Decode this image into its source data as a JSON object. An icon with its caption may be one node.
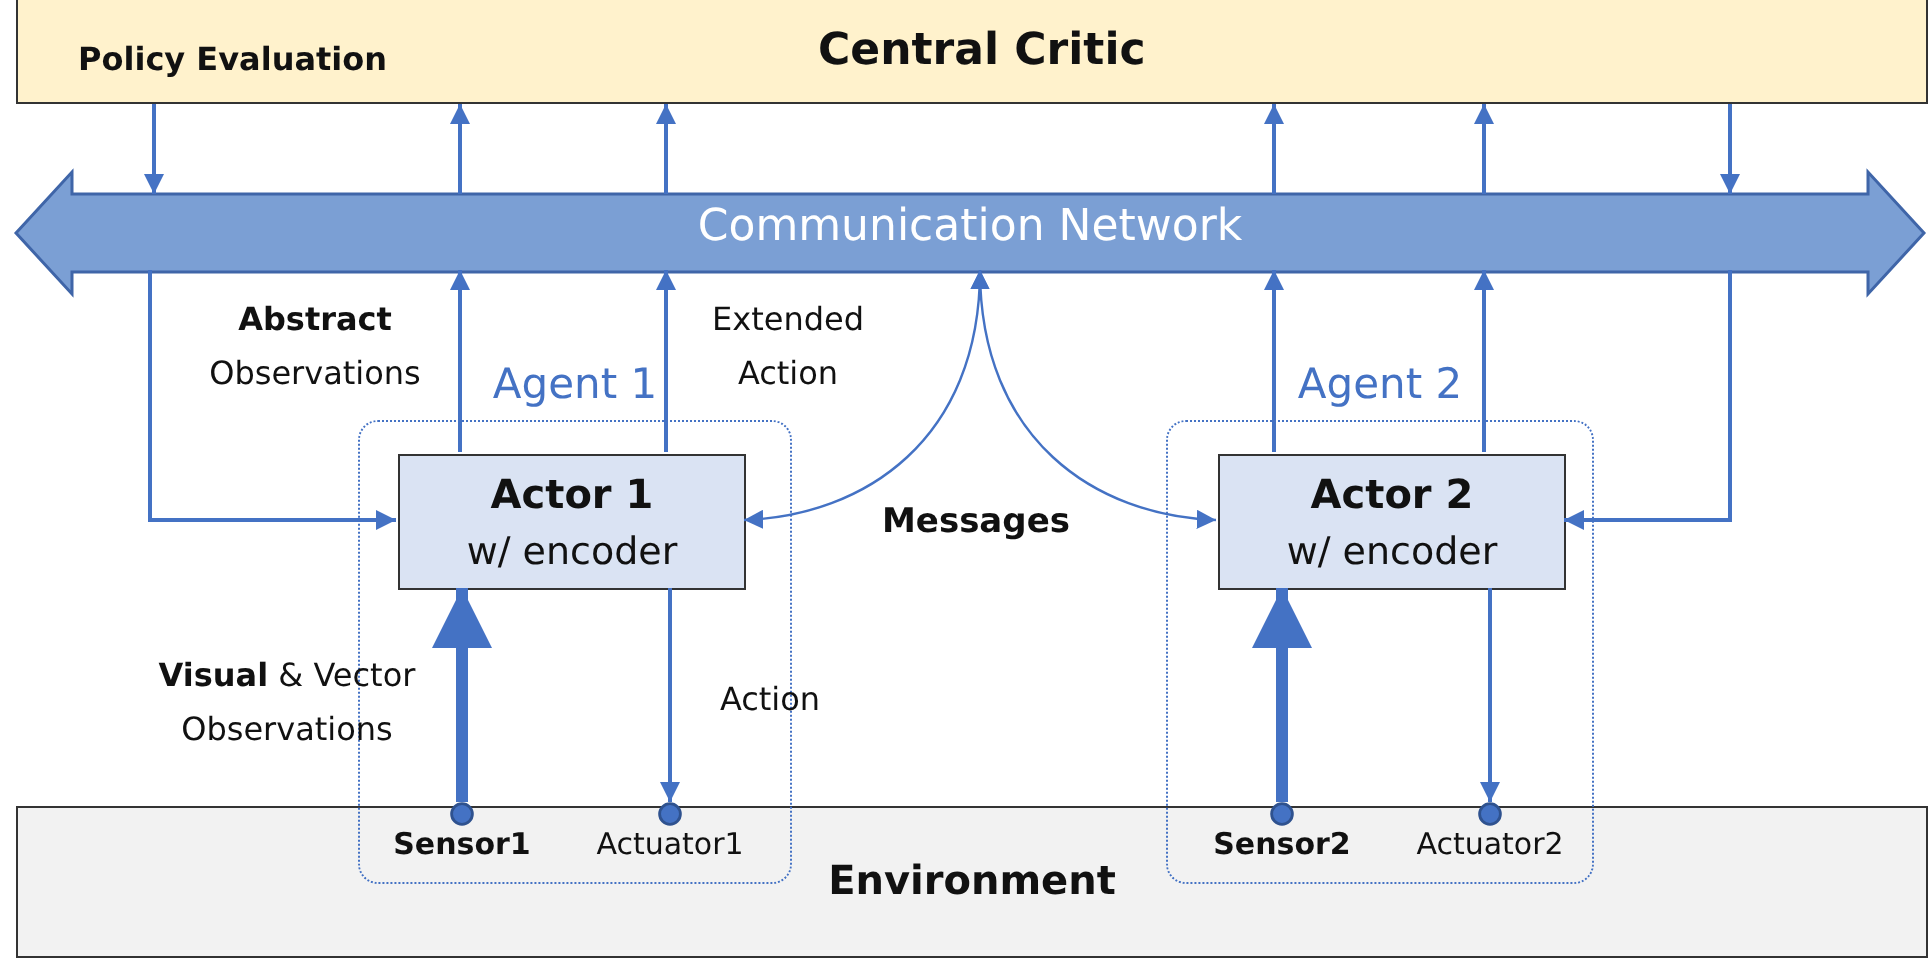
{
  "diagram": {
    "nodes": [
      {
        "text": [
          "Policy Evaluation",
          "Central Critic"
        ]
      },
      {
        "text": [
          "Communication Network"
        ]
      },
      {
        "text": [
          "Agent 1"
        ]
      },
      {
        "text": [
          "Actor 1",
          "w/ encoder"
        ],
        "in": 2
      },
      {
        "text": [
          "Agent 2"
        ]
      },
      {
        "text": [
          "Actor 2",
          "w/ encoder"
        ],
        "in": 4
      },
      {
        "text": [
          "Environment"
        ]
      },
      {
        "text": [
          "Sensor1"
        ]
      },
      {
        "text": [
          "Actuator1"
        ]
      },
      {
        "text": [
          "Sensor2"
        ]
      },
      {
        "text": [
          "Actuator2"
        ]
      }
    ],
    "edges": [
      {
        "from": 0,
        "to": 1,
        "arrow": "to"
      },
      {
        "from": 1,
        "to": 0,
        "arrow": "to"
      },
      {
        "from": 1,
        "to": 0,
        "arrow": "to"
      },
      {
        "from": 1,
        "to": 0,
        "arrow": "to"
      },
      {
        "from": 1,
        "to": 0,
        "arrow": "to"
      },
      {
        "from": 0,
        "to": 1,
        "arrow": "to"
      },
      {
        "from": 1,
        "to": 3,
        "arrow": "to"
      },
      {
        "from": 3,
        "to": 1,
        "arrow": "to"
      },
      {
        "from": 3,
        "to": 1,
        "arrow": "to"
      },
      {
        "from": 1,
        "to": 3,
        "arrow": "both"
      },
      {
        "from": 1,
        "to": 5,
        "arrow": "both"
      },
      {
        "from": 5,
        "to": 1,
        "arrow": "to"
      },
      {
        "from": 5,
        "to": 1,
        "arrow": "to"
      },
      {
        "from": 1,
        "to": 5,
        "arrow": "to"
      },
      {
        "from": 7,
        "to": 3,
        "arrow": "to",
        "style": "thick"
      },
      {
        "from": 3,
        "to": 8,
        "arrow": "to"
      },
      {
        "from": 9,
        "to": 5,
        "arrow": "to",
        "style": "thick"
      },
      {
        "from": 5,
        "to": 10,
        "arrow": "to"
      }
    ],
    "labels": [
      "**Abstract** Observations",
      "Extended Action",
      "Messages",
      "**Visual** & Vector Observations",
      "Action"
    ]
  }
}
